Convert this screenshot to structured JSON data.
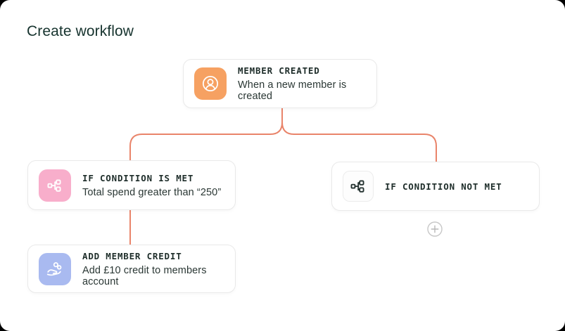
{
  "page": {
    "title": "Create workflow"
  },
  "colors": {
    "connector": "#E9846A",
    "page_title_text": "#16332E",
    "card_border": "#E9E9E9",
    "card_title_text": "#1E2D2A",
    "card_subtitle_text": "#2A3734"
  },
  "nodes": {
    "member_created": {
      "title": "MEMBER CREATED",
      "subtitle": "When a new member is created",
      "icon": "user-circle-icon",
      "icon_bg": "#F6A162"
    },
    "condition_met": {
      "title": "IF CONDITION IS MET",
      "subtitle": "Total spend greater than “250”",
      "icon": "branch-icon",
      "icon_bg": "#F8AECB"
    },
    "condition_not_met": {
      "title": "IF CONDITION NOT MET",
      "subtitle": "",
      "icon": "branch-icon",
      "icon_bg": "#FDFDFD"
    },
    "add_member_credit": {
      "title": "ADD MEMBER CREDIT",
      "subtitle": "Add £10 credit to members account",
      "icon": "hand-coins-icon",
      "icon_bg": "#A9BAF0"
    }
  },
  "add_button": {
    "icon": "plus-icon"
  }
}
